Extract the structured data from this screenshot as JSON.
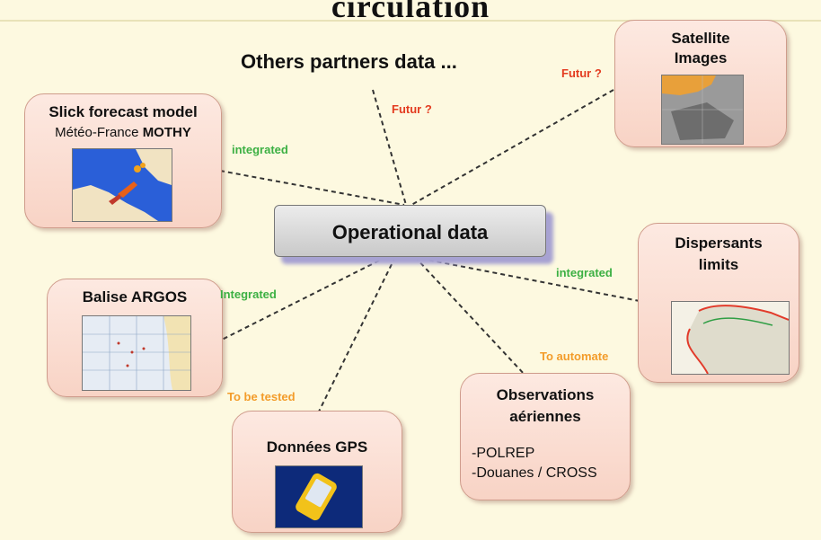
{
  "title": "circulation",
  "caption": "Others partners data ...",
  "center": "Operational data",
  "nodes": {
    "slick": {
      "title": "Slick forecast model",
      "subtitle_prefix": "Météo-France ",
      "subtitle_bold": "MOTHY",
      "status": "integrated",
      "thumb_icon": "drift-map-thumbnail"
    },
    "satellite": {
      "title_line1": "Satellite",
      "title_line2": "Images",
      "status": "Futur ?",
      "thumb_icon": "satellite-image-thumbnail"
    },
    "partners": {
      "status": "Futur ?"
    },
    "dispersants": {
      "title_line1": "Dispersants",
      "title_line2": "limits",
      "status": "integrated",
      "thumb_icon": "coastline-map-thumbnail"
    },
    "argos": {
      "title": "Balise ARGOS",
      "status": "Integrated",
      "thumb_icon": "buoy-chart-thumbnail"
    },
    "gps": {
      "title": "Données GPS",
      "status": "To be tested",
      "thumb_icon": "gps-device-thumbnail"
    },
    "observations": {
      "title_line1": "Observations",
      "title_line2": "aériennes",
      "items": [
        "-POLREP",
        "-Douanes / CROSS"
      ],
      "status": "To automate"
    }
  },
  "colors": {
    "integrated": "#3cb043",
    "futur": "#e33b1f",
    "pending": "#f39c2a",
    "card": "#f8d3c5",
    "center": "#c9c9c9"
  }
}
